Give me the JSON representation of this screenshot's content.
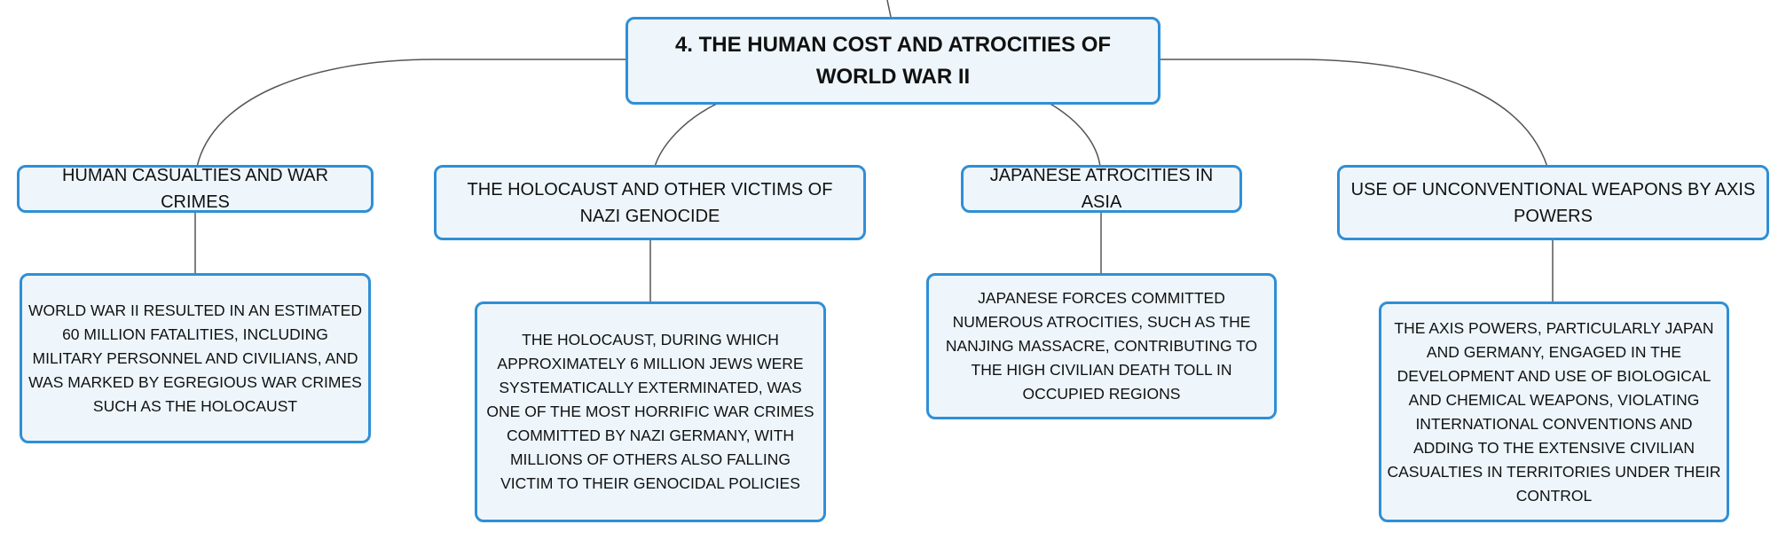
{
  "mindmap": {
    "root": {
      "label": "4. THE HUMAN COST AND ATROCITIES OF WORLD WAR II"
    },
    "branches": [
      {
        "label": "HUMAN CASUALTIES AND WAR CRIMES",
        "detail": "WORLD WAR II RESULTED IN AN ESTIMATED 60 MILLION FATALITIES, INCLUDING MILITARY PERSONNEL AND CIVILIANS, AND WAS MARKED BY EGREGIOUS WAR CRIMES SUCH AS THE HOLOCAUST"
      },
      {
        "label": "THE HOLOCAUST AND OTHER VICTIMS OF NAZI GENOCIDE",
        "detail": "THE HOLOCAUST, DURING WHICH APPROXIMATELY 6 MILLION JEWS WERE SYSTEMATICALLY EXTERMINATED, WAS ONE OF THE MOST HORRIFIC WAR CRIMES COMMITTED BY NAZI GERMANY, WITH MILLIONS OF OTHERS ALSO FALLING VICTIM TO THEIR GENOCIDAL POLICIES"
      },
      {
        "label": "JAPANESE ATROCITIES IN ASIA",
        "detail": "JAPANESE FORCES COMMITTED NUMEROUS ATROCITIES, SUCH AS THE NANJING MASSACRE, CONTRIBUTING TO THE HIGH CIVILIAN DEATH TOLL IN OCCUPIED REGIONS"
      },
      {
        "label": "USE OF UNCONVENTIONAL WEAPONS BY AXIS POWERS",
        "detail": "THE AXIS POWERS, PARTICULARLY JAPAN AND GERMANY, ENGAGED IN THE DEVELOPMENT AND USE OF BIOLOGICAL AND CHEMICAL WEAPONS, VIOLATING INTERNATIONAL CONVENTIONS AND ADDING TO THE EXTENSIVE CIVILIAN CASUALTIES IN TERRITORIES UNDER THEIR CONTROL"
      }
    ],
    "colors": {
      "node_border": "#2f8fd6",
      "node_fill": "#eef6fc",
      "connector": "#555555"
    }
  }
}
